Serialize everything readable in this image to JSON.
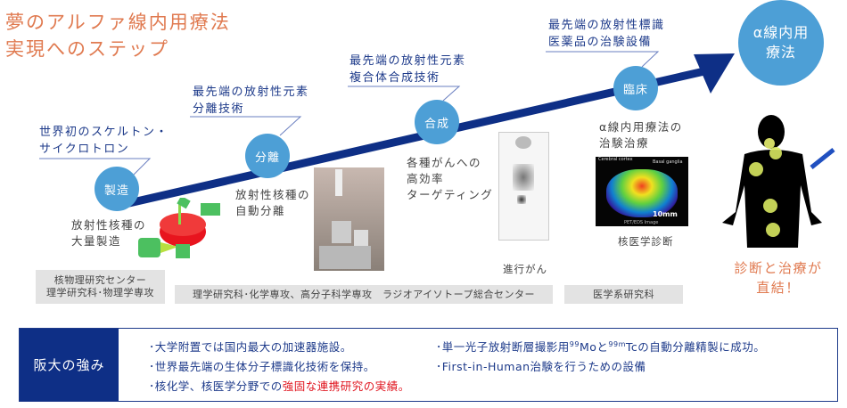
{
  "title": {
    "line1": "夢のアルファ線内用療法",
    "line2": "実現へのステップ"
  },
  "steps": [
    {
      "circle": "製造",
      "heading1": "世界初のスケルトン・",
      "heading2": "サイクロトロン",
      "desc1": "放射性核種の",
      "desc2": "大量製造"
    },
    {
      "circle": "分離",
      "heading1": "最先端の放射性元素",
      "heading2": "分離技術",
      "desc1": "放射性核種の",
      "desc2": "自動分離"
    },
    {
      "circle": "合成",
      "heading1": "最先端の放射性元素",
      "heading2": "複合体合成技術",
      "desc1": "各種がんへの",
      "desc2": "高効率",
      "desc3": "ターゲティング"
    },
    {
      "circle": "臨床",
      "heading1": "最先端の放射性標識",
      "heading2": "医薬品の治験設備",
      "desc1": "α線内用療法の",
      "desc2": "治験治療"
    }
  ],
  "goal": {
    "line1": "α線内用",
    "line2": "療法"
  },
  "captions": {
    "pet": "進行がん",
    "scan": "核医学診断",
    "scan_label_1": "Cerebral cortex",
    "scan_label_2": "Basal ganglia",
    "scan_scale": "10mm",
    "scan_footer": "PET/EDS Image"
  },
  "conclusion": {
    "line1": "診断と治療が",
    "line2": "直結！"
  },
  "orgs": [
    {
      "line1": "核物理研究センター",
      "line2": "理学研究科･物理学専攻"
    },
    {
      "line1": "理学研究科･化学専攻、高分子科学専攻　ラジオアイソトープ総合センター"
    },
    {
      "line1": "医学系研究科"
    }
  ],
  "strengths": {
    "label": "阪大の強み",
    "left": [
      "･大学附置では国内最大の加速器施設。",
      "･世界最先端の生体分子標識化技術を保持。"
    ],
    "left3_pre": "･核化学、核医学分野での",
    "left3_red": "強固な連携研究の実績。",
    "right1_a": "･単一光子放射断層撮影用",
    "right1_sup1": "99",
    "right1_b": "Moと",
    "right1_sup2": "99m",
    "right1_c": "Tcの自動分離精製に成功。",
    "right2": "･First-in-Human治験を行うための設備"
  },
  "colors": {
    "navy": "#0e2f86",
    "circle": "#4d9fd6",
    "accent": "#e07a50",
    "red": "#e0141e"
  }
}
